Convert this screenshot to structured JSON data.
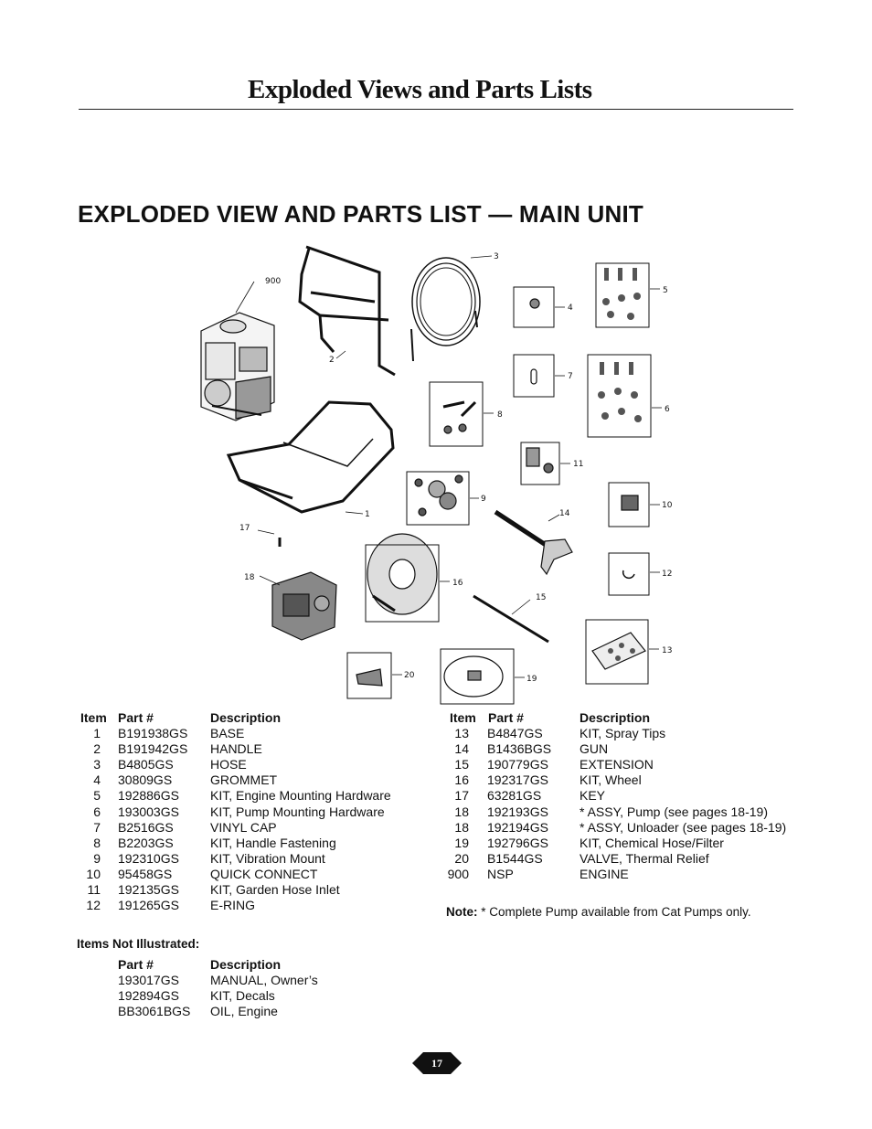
{
  "page": {
    "title": "Exploded Views and Parts Lists",
    "section_heading": "EXPLODED VIEW AND PARTS LIST — MAIN UNIT",
    "page_number": "17"
  },
  "diagram": {
    "callouts": [
      "900",
      "3",
      "2",
      "4",
      "5",
      "7",
      "8",
      "6",
      "11",
      "9",
      "14",
      "1",
      "10",
      "17",
      "18",
      "16",
      "12",
      "15",
      "13",
      "20",
      "19"
    ]
  },
  "parts_table": {
    "headers": {
      "item": "Item",
      "part": "Part #",
      "description": "Description"
    },
    "left_rows": [
      {
        "item": "1",
        "part": "B191938GS",
        "description": "BASE"
      },
      {
        "item": "2",
        "part": "B191942GS",
        "description": "HANDLE"
      },
      {
        "item": "3",
        "part": "B4805GS",
        "description": "HOSE"
      },
      {
        "item": "4",
        "part": "30809GS",
        "description": "GROMMET"
      },
      {
        "item": "5",
        "part": "192886GS",
        "description": "KIT, Engine Mounting Hardware"
      },
      {
        "item": "6",
        "part": "193003GS",
        "description": "KIT, Pump Mounting Hardware"
      },
      {
        "item": "7",
        "part": "B2516GS",
        "description": "VINYL CAP"
      },
      {
        "item": "8",
        "part": "B2203GS",
        "description": "KIT, Handle Fastening"
      },
      {
        "item": "9",
        "part": "192310GS",
        "description": "KIT, Vibration Mount"
      },
      {
        "item": "10",
        "part": "95458GS",
        "description": "QUICK CONNECT"
      },
      {
        "item": "11",
        "part": "192135GS",
        "description": "KIT, Garden Hose Inlet"
      },
      {
        "item": "12",
        "part": "191265GS",
        "description": "E-RING"
      }
    ],
    "right_rows": [
      {
        "item": "13",
        "part": "B4847GS",
        "description": "KIT, Spray Tips"
      },
      {
        "item": "14",
        "part": "B1436BGS",
        "description": "GUN"
      },
      {
        "item": "15",
        "part": "190779GS",
        "description": "EXTENSION"
      },
      {
        "item": "16",
        "part": "192317GS",
        "description": "KIT, Wheel"
      },
      {
        "item": "17",
        "part": "63281GS",
        "description": "KEY"
      },
      {
        "item": "18",
        "part": "192193GS",
        "description": "* ASSY, Pump (see pages 18-19)"
      },
      {
        "item": "18",
        "part": "192194GS",
        "description": "* ASSY, Unloader (see pages 18-19)"
      },
      {
        "item": "19",
        "part": "192796GS",
        "description": "KIT, Chemical Hose/Filter"
      },
      {
        "item": "20",
        "part": "B1544GS",
        "description": "VALVE, Thermal Relief"
      },
      {
        "item": "900",
        "part": "NSP",
        "description": "ENGINE"
      }
    ]
  },
  "note": {
    "label": "Note:",
    "text": "* Complete Pump available from Cat Pumps only."
  },
  "not_illustrated": {
    "heading": "Items Not Illustrated:",
    "headers": {
      "part": "Part #",
      "description": "Description"
    },
    "rows": [
      {
        "part": "193017GS",
        "description": "MANUAL, Owner’s"
      },
      {
        "part": "192894GS",
        "description": "KIT, Decals"
      },
      {
        "part": "BB3061BGS",
        "description": "OIL, Engine"
      }
    ]
  }
}
